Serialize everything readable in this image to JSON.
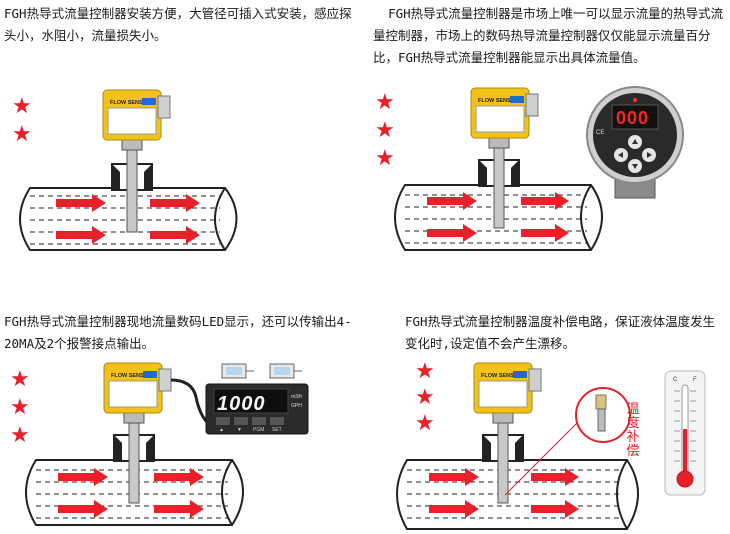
{
  "panels": [
    {
      "caption": "FGH热导式流量控制器安装方便，大管径可插入式安装，感应探头小，水阻小，流量损失小。",
      "stars": 2
    },
    {
      "caption": "  FGH热导式流量控制器是市场上唯一可以显示流量的热导式流量控制器，市场上的数码热导流量控制器仅仅能显示流量百分比，FGH热导式流量控制器能显示出具体流量值。",
      "stars": 3
    },
    {
      "caption": "FGH热导式流量控制器现地流量数码LED显示，还可以传输出4-20MA及2个报警接点输出。",
      "stars": 3
    },
    {
      "caption": "FGH热导式流量控制器温度补偿电路，保证液体温度发生变化时,设定值不会产生漂移。",
      "stars": 3
    }
  ],
  "sensor": {
    "label": "FLOW SENSOR"
  },
  "display": {
    "reading": "000"
  },
  "meter": {
    "reading": "1000",
    "unit_top": "m3/h",
    "unit_bottom": "GPH",
    "keys": [
      "▲",
      "▼",
      "PGM",
      "SET"
    ]
  },
  "temp_label": "温度补偿",
  "thermometer": {
    "c_label": "C",
    "f_label": "F"
  },
  "colors": {
    "arrow": "#e8202a",
    "sensor_body": "#f2c21a",
    "star": "#e8202a",
    "display_digits": "#ff2222"
  }
}
